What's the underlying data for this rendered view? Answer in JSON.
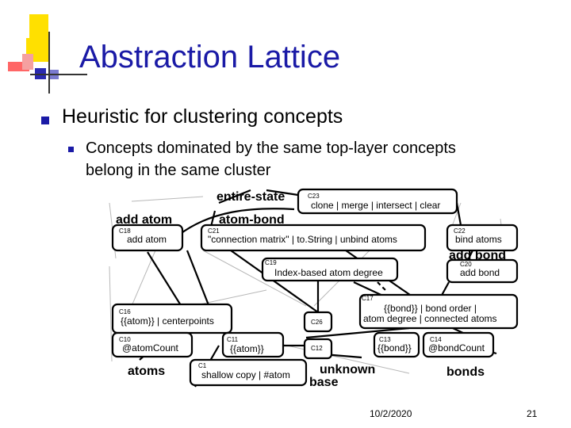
{
  "slide": {
    "title": "Abstraction Lattice",
    "bullet": "Heuristic for clustering concepts",
    "subbullet_line1": "Concepts dominated by the same top-layer concepts",
    "subbullet_line2": "belong in the same cluster",
    "date": "10/2/2020",
    "page": "21"
  },
  "diagram": {
    "cluster_labels": {
      "entire_state": "entire-state",
      "add_atom": "add atom",
      "atom_bond": "atom-bond",
      "add_bond": "add bond",
      "atoms": "atoms",
      "unknown": "unknown",
      "base": "base",
      "bonds": "bonds"
    },
    "nodes": {
      "c23": {
        "id": "C23",
        "text": "clone | merge | intersect | clear"
      },
      "c18": {
        "id": "C18",
        "text": "add atom"
      },
      "c21": {
        "id": "C21",
        "text": "\"connection matrix\" | to.String | unbind atoms"
      },
      "c22": {
        "id": "C22",
        "text": "bind atoms"
      },
      "c20": {
        "id": "C20",
        "text": "add bond"
      },
      "c19": {
        "id": "C19",
        "text": "Index-based atom degree"
      },
      "c17": {
        "id": "C17",
        "text1": "{{bond}} | bond order |",
        "text2": "atom degree | connected atoms"
      },
      "c16": {
        "id": "C16",
        "text": "{{atom}} | centerpoints"
      },
      "c26": {
        "id": "C26"
      },
      "c10": {
        "id": "C10",
        "text": "@atomCount"
      },
      "c11": {
        "id": "C11",
        "text": "{{atom}}"
      },
      "c12": {
        "id": "C12"
      },
      "c13": {
        "id": "C13",
        "text": "{{bond}}"
      },
      "c14": {
        "id": "C14",
        "text": "@bondCount"
      },
      "c1": {
        "id": "C1",
        "text": "shallow copy | #atom"
      }
    }
  }
}
